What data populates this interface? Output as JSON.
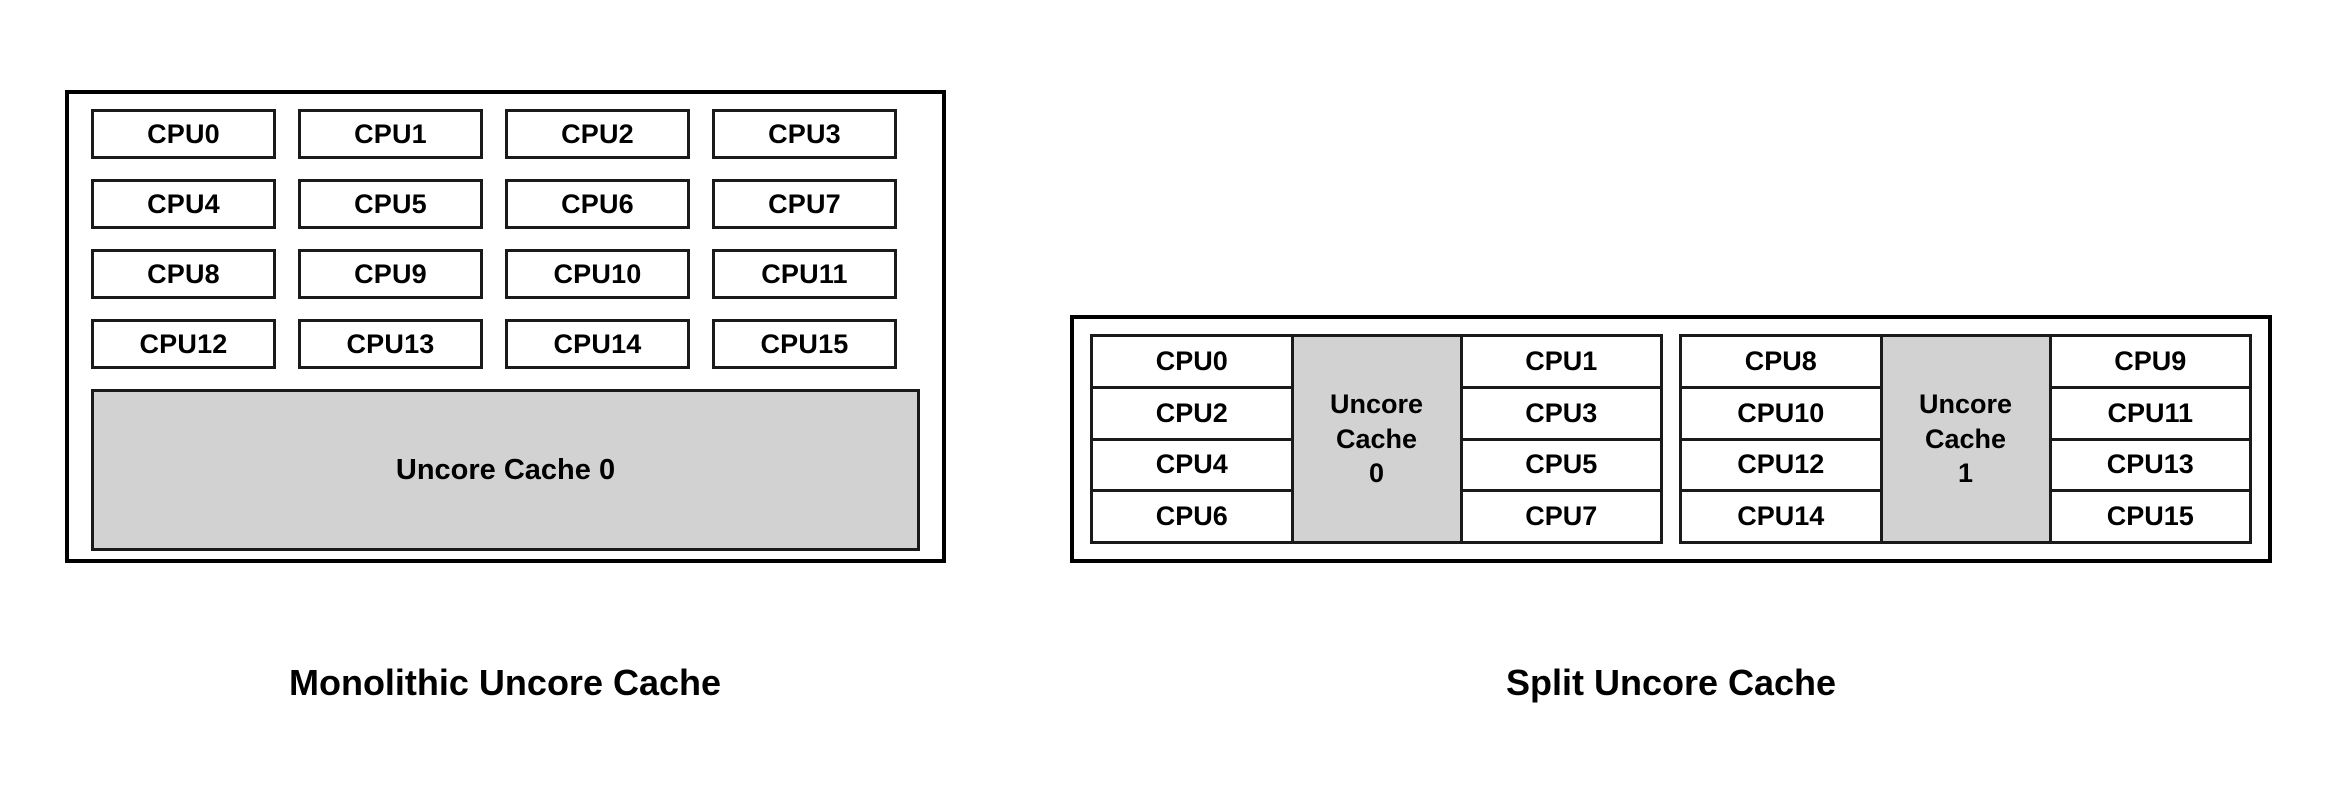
{
  "figure": {
    "background_color": "#ffffff",
    "cache_fill_color": "#d2d2d2",
    "border_color": "#000000"
  },
  "monolithic": {
    "caption": "Monolithic Uncore Cache",
    "cpu_grid": [
      [
        "CPU0",
        "CPU1",
        "CPU2",
        "CPU3"
      ],
      [
        "CPU4",
        "CPU5",
        "CPU6",
        "CPU7"
      ],
      [
        "CPU8",
        "CPU9",
        "CPU10",
        "CPU11"
      ],
      [
        "CPU12",
        "CPU13",
        "CPU14",
        "CPU15"
      ]
    ],
    "uncore_cache_label": "Uncore Cache 0"
  },
  "split": {
    "caption": "Split Uncore Cache",
    "groups": [
      {
        "left_column": [
          "CPU0",
          "CPU2",
          "CPU4",
          "CPU6"
        ],
        "cache_line1": "Uncore",
        "cache_line2": "Cache",
        "cache_line3": "0",
        "right_column": [
          "CPU1",
          "CPU3",
          "CPU5",
          "CPU7"
        ]
      },
      {
        "left_column": [
          "CPU8",
          "CPU10",
          "CPU12",
          "CPU14"
        ],
        "cache_line1": "Uncore",
        "cache_line2": "Cache",
        "cache_line3": "1",
        "right_column": [
          "CPU9",
          "CPU11",
          "CPU13",
          "CPU15"
        ]
      }
    ]
  }
}
